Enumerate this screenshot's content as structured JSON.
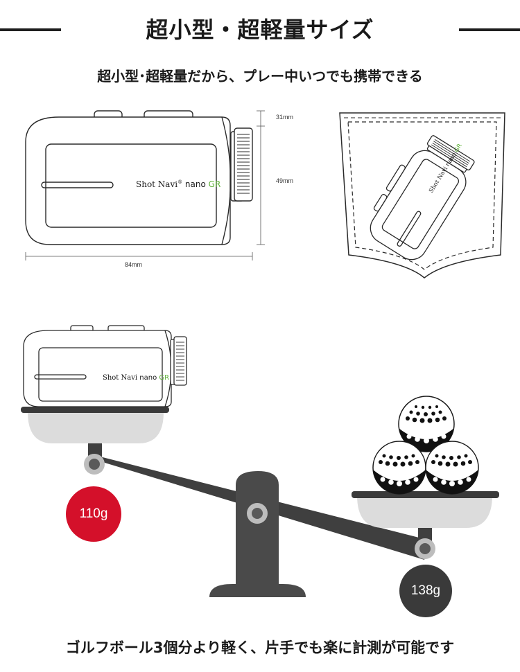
{
  "heading": {
    "title": "超小型・超軽量サイズ",
    "subtitle": "超小型･超軽量だから、プレー中いつでも携帯できる"
  },
  "dimensions": {
    "depth": "31mm",
    "height": "49mm",
    "width": "84mm"
  },
  "product": {
    "brand": "Shot Navi",
    "registered": "®",
    "model": "nano",
    "suffix": "GR"
  },
  "scale": {
    "device_weight": "110g",
    "balls_weight": "138g"
  },
  "footer_text": "ゴルフボール3個分より軽く、片手でも楽に計測が可能です",
  "colors": {
    "accent_red": "#d4102a",
    "dark_gray": "#4a4a4a",
    "pan_gray": "#dcdcdc",
    "brand_green": "#5fb13a",
    "brand_red": "#d4102a"
  }
}
